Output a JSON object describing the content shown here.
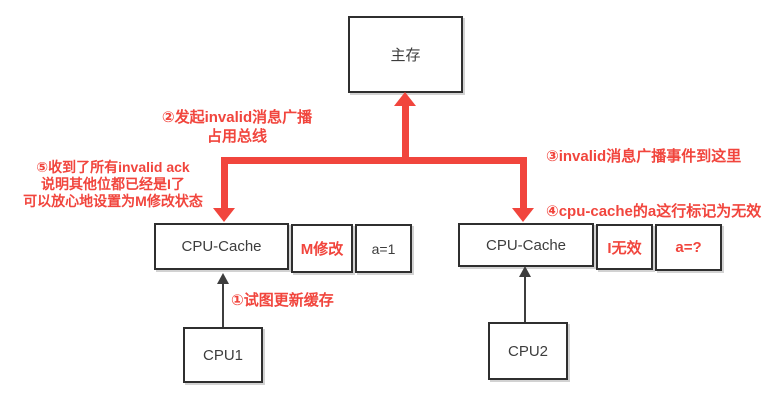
{
  "colors": {
    "accent_red": "#f1453d",
    "border_dark": "#2f2f2f",
    "text_dark": "#3d3d3d",
    "background": "#ffffff"
  },
  "nodes": {
    "main_memory": {
      "label": "主存"
    },
    "cache1": {
      "name": "CPU-Cache",
      "state": "M修改",
      "value": "a=1"
    },
    "cache2": {
      "name": "CPU-Cache",
      "state": "I无效",
      "value": "a=?"
    },
    "cpu1": {
      "label": "CPU1"
    },
    "cpu2": {
      "label": "CPU2"
    }
  },
  "annotations": {
    "step1": "①试图更新缓存",
    "step2_line1": "②发起invalid消息广播",
    "step2_line2": "占用总线",
    "step3": "③invalid消息广播事件到这里",
    "step4": "④cpu-cache的a这行标记为无效",
    "step5_line1": "⑤收到了所有invalid ack",
    "step5_line2": "说明其他位都已经是I了",
    "step5_line3": "可以放心地设置为M修改状态"
  }
}
